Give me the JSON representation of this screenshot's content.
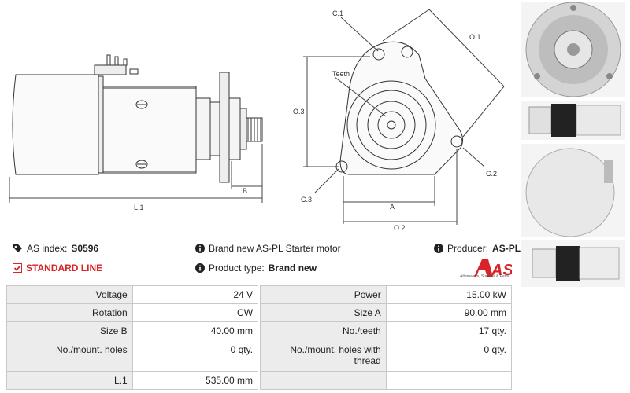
{
  "drawing": {
    "labels": {
      "c1": "C.1",
      "o1": "O.1",
      "teeth": "Teeth",
      "o3": "O.3",
      "c3": "C.3",
      "c2": "C.2",
      "a": "A",
      "o2": "O.2",
      "b": "B",
      "l1": "L.1"
    }
  },
  "info": {
    "as_index_label": "AS index:",
    "as_index_value": "S0596",
    "description": "Brand new AS-PL Starter motor",
    "producer_label": "Producer:",
    "producer_value": "AS-PL",
    "line_label": "STANDARD LINE",
    "product_type_label": "Product type:",
    "product_type_value": "Brand new"
  },
  "logo": {
    "mark": "AS",
    "tagline": "Alternators, Starters & Parts"
  },
  "specs": [
    {
      "l1": "Voltage",
      "v1": "24 V",
      "l2": "Power",
      "v2": "15.00 kW"
    },
    {
      "l1": "Rotation",
      "v1": "CW",
      "l2": "Size A",
      "v2": "90.00 mm"
    },
    {
      "l1": "Size B",
      "v1": "40.00 mm",
      "l2": "No./teeth",
      "v2": "17 qty."
    },
    {
      "l1": "No./mount. holes",
      "v1": "0 qty.",
      "l2": "No./mount. holes with thread",
      "v2": "0 qty."
    },
    {
      "l1": "L.1",
      "v1": "535.00 mm",
      "l2": "",
      "v2": ""
    }
  ],
  "colors": {
    "accent_red": "#d8232a",
    "line": "#333333",
    "table_label_bg": "#ececec"
  }
}
